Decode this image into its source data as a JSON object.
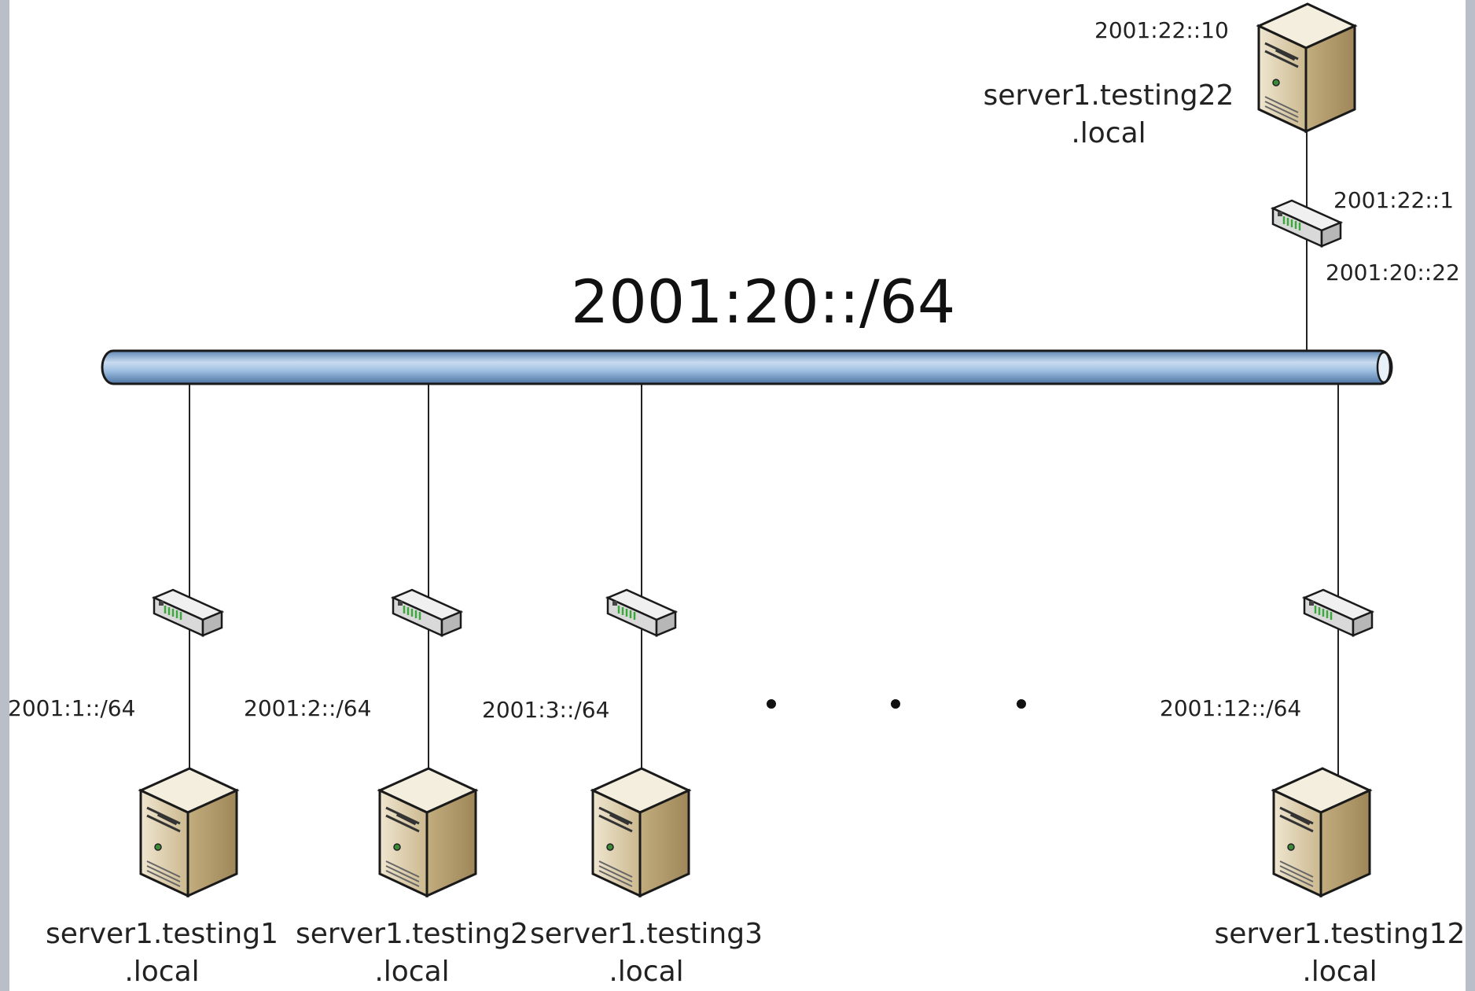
{
  "network": {
    "label": "2001:20::/64"
  },
  "upstream": {
    "server_ip": "2001:22::10",
    "server_name_line1": "server1.testing22",
    "server_name_line2": ".local",
    "router_ip_upper": "2001:22::1",
    "router_ip_lower": "2001:20::22"
  },
  "branches": [
    {
      "subnet": "2001:1::/64",
      "name_line1": "server1.testing1",
      "name_line2": ".local"
    },
    {
      "subnet": "2001:2::/64",
      "name_line1": "server1.testing2",
      "name_line2": ".local"
    },
    {
      "subnet": "2001:3::/64",
      "name_line1": "server1.testing3",
      "name_line2": ".local"
    },
    {
      "subnet": "2001:12::/64",
      "name_line1": "server1.testing12",
      "name_line2": ".local"
    }
  ],
  "icons": {
    "server": "server-tower-icon",
    "router": "router-icon"
  },
  "colors": {
    "bus": "#8fb3da",
    "server_body": "#d8c9a6",
    "router_body": "#e6e6e6",
    "router_led": "#3aa83a"
  }
}
